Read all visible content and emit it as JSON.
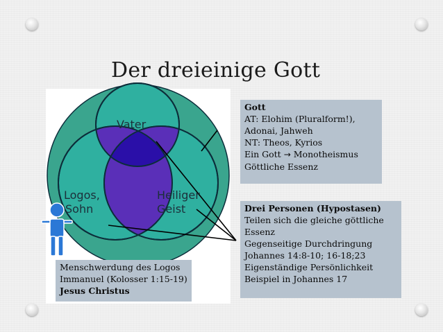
{
  "title": "Der dreieinige Gott",
  "circles": {
    "father": "Vater",
    "son_line1": "Logos,",
    "son_line2": "Sohn",
    "spirit_line1": "Heiliger",
    "spirit_line2": "Geist"
  },
  "box_god": {
    "heading": "Gott",
    "lines": [
      "AT: Elohim (Pluralform!),",
      "Adonai, Jahweh",
      "NT: Theos, Kyrios"
    ],
    "mono_prefix": "Ein Gott",
    "mono_arrow": "→",
    "mono_suffix": "Monotheismus",
    "essence": "Göttliche Essenz"
  },
  "box_persons": {
    "heading": "Drei Personen (Hypostasen)",
    "lines": [
      "Teilen sich die gleiche göttliche",
      "Essenz",
      "Gegenseitige Durchdringung",
      "Johannes 14:8-10; 16-18;23",
      "Eigenständige Persönlichkeit",
      "Beispiel in Johannes 17"
    ]
  },
  "box_incarnation": {
    "lines": [
      "Menschwerdung des Logos",
      "Immanuel (Kolosser 1:15-19)"
    ],
    "name": "Jesus Christus"
  },
  "colors": {
    "outer_circle": "#3aa58e",
    "inner_circles": "#2fb0a0",
    "inner_stroke": "#0c2d3a",
    "lens": "#5a2fb8",
    "center": "#2a0fa8",
    "person_icon": "#2b78d6",
    "box_fill": "#b6c2ce"
  },
  "icons": [
    "push-pin-icon",
    "person-icon"
  ]
}
